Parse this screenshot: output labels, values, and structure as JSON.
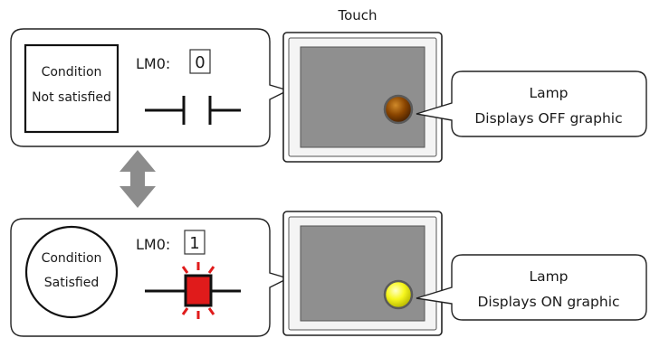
{
  "scenarios": [
    {
      "condition": {
        "line1": "Condition",
        "line2": "Not satisfied",
        "shape": "square"
      },
      "lm_label": "LM0:",
      "lm_value": "0",
      "contact_state": "open",
      "lamp": {
        "state": "off",
        "color": "#8a4500"
      },
      "callout": {
        "line1": "Lamp",
        "line2": "Displays OFF graphic"
      }
    },
    {
      "condition": {
        "line1": "Condition",
        "line2": "Satisfied",
        "shape": "circle"
      },
      "lm_label": "LM0:",
      "lm_value": "1",
      "contact_state": "closed",
      "contact_color": "#e01b1b",
      "lamp": {
        "state": "on",
        "color": "#f2f20a"
      },
      "callout": {
        "line1": "Lamp",
        "line2": "Displays ON graphic"
      }
    }
  ],
  "touch_label": "Touch",
  "colors": {
    "arrow": "#8c8c8c",
    "screen": "#8f8f8f",
    "panel_border": "#2a2a2a"
  }
}
